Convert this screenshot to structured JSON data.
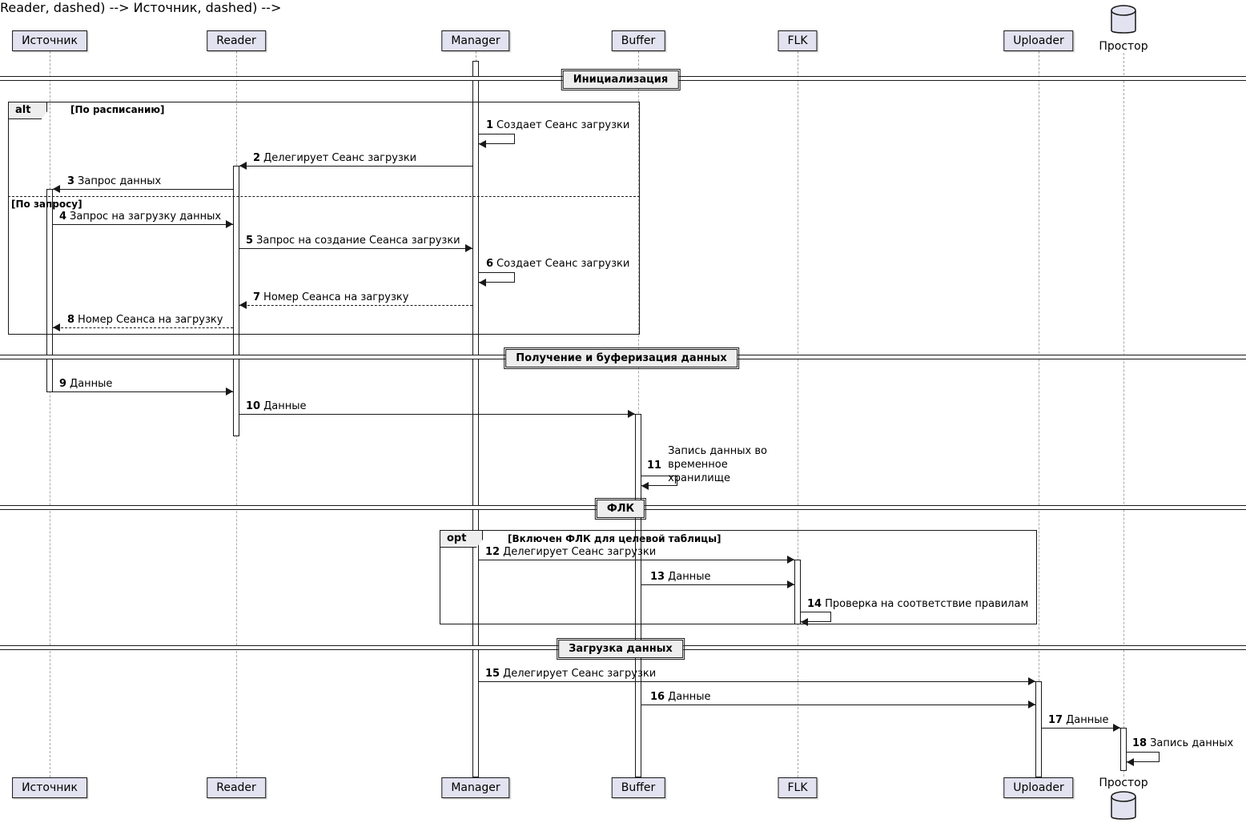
{
  "diagram_type": "sequence",
  "participants": [
    {
      "id": "istochnik",
      "label": "Источник"
    },
    {
      "id": "reader",
      "label": "Reader"
    },
    {
      "id": "manager",
      "label": "Manager"
    },
    {
      "id": "buffer",
      "label": "Buffer"
    },
    {
      "id": "flk",
      "label": "FLK"
    },
    {
      "id": "uploader",
      "label": "Uploader"
    },
    {
      "id": "prostor",
      "label": "Простор",
      "icon": "database-icon"
    }
  ],
  "dividers": [
    {
      "label": "Инициализация"
    },
    {
      "label": "Получение и буферизация данных"
    },
    {
      "label": "ФЛК"
    },
    {
      "label": "Загрузка данных"
    }
  ],
  "frames": [
    {
      "operator": "alt",
      "condition": "[По расписанию]",
      "else_condition": "[По запросу]"
    },
    {
      "operator": "opt",
      "condition": "[Включен ФЛК для целевой таблицы]"
    }
  ],
  "messages": [
    {
      "num": "1",
      "text": "Создает Сеанс загрузки",
      "from": "Manager",
      "to": "Manager",
      "style": "self"
    },
    {
      "num": "2",
      "text": "Делегирует Сеанс загрузки",
      "from": "Manager",
      "to": "Reader",
      "style": "solid"
    },
    {
      "num": "3",
      "text": "Запрос данных",
      "from": "Reader",
      "to": "Источник",
      "style": "solid"
    },
    {
      "num": "4",
      "text": "Запрос на загрузку данных",
      "from": "Источник",
      "to": "Reader",
      "style": "solid"
    },
    {
      "num": "5",
      "text": "Запрос на создание Сеанса загрузки",
      "from": "Reader",
      "to": "Manager",
      "style": "solid"
    },
    {
      "num": "6",
      "text": "Создает Сеанс загрузки",
      "from": "Manager",
      "to": "Manager",
      "style": "self"
    },
    {
      "num": "7",
      "text": "Номер Сеанса на загрузку",
      "from": "Manager",
      "to": "Reader",
      "style": "dashed"
    },
    {
      "num": "8",
      "text": "Номер Сеанса на загрузку",
      "from": "Reader",
      "to": "Источник",
      "style": "dashed"
    },
    {
      "num": "9",
      "text": "Данные",
      "from": "Источник",
      "to": "Reader",
      "style": "solid"
    },
    {
      "num": "10",
      "text": "Данные",
      "from": "Reader",
      "to": "Buffer",
      "style": "solid"
    },
    {
      "num": "11",
      "text": "Запись данных во временное хранилище",
      "from": "Buffer",
      "to": "Buffer",
      "style": "self"
    },
    {
      "num": "12",
      "text": "Делегирует Сеанс загрузки",
      "from": "Manager",
      "to": "FLK",
      "style": "solid"
    },
    {
      "num": "13",
      "text": "Данные",
      "from": "Buffer",
      "to": "FLK",
      "style": "solid"
    },
    {
      "num": "14",
      "text": "Проверка на соответствие правилам",
      "from": "FLK",
      "to": "FLK",
      "style": "self"
    },
    {
      "num": "15",
      "text": "Делегирует Сеанс загрузки",
      "from": "Manager",
      "to": "Uploader",
      "style": "solid"
    },
    {
      "num": "16",
      "text": "Данные",
      "from": "Buffer",
      "to": "Uploader",
      "style": "solid"
    },
    {
      "num": "17",
      "text": "Данные",
      "from": "Uploader",
      "to": "Простор",
      "style": "solid"
    },
    {
      "num": "18",
      "text": "Запись данных",
      "from": "Простор",
      "to": "Простор",
      "style": "self"
    }
  ],
  "colors": {
    "participant_fill": "#E2E2F0",
    "border": "#181818",
    "label_fill": "#EEEEEE",
    "lifeline": "#A8A8A8"
  }
}
